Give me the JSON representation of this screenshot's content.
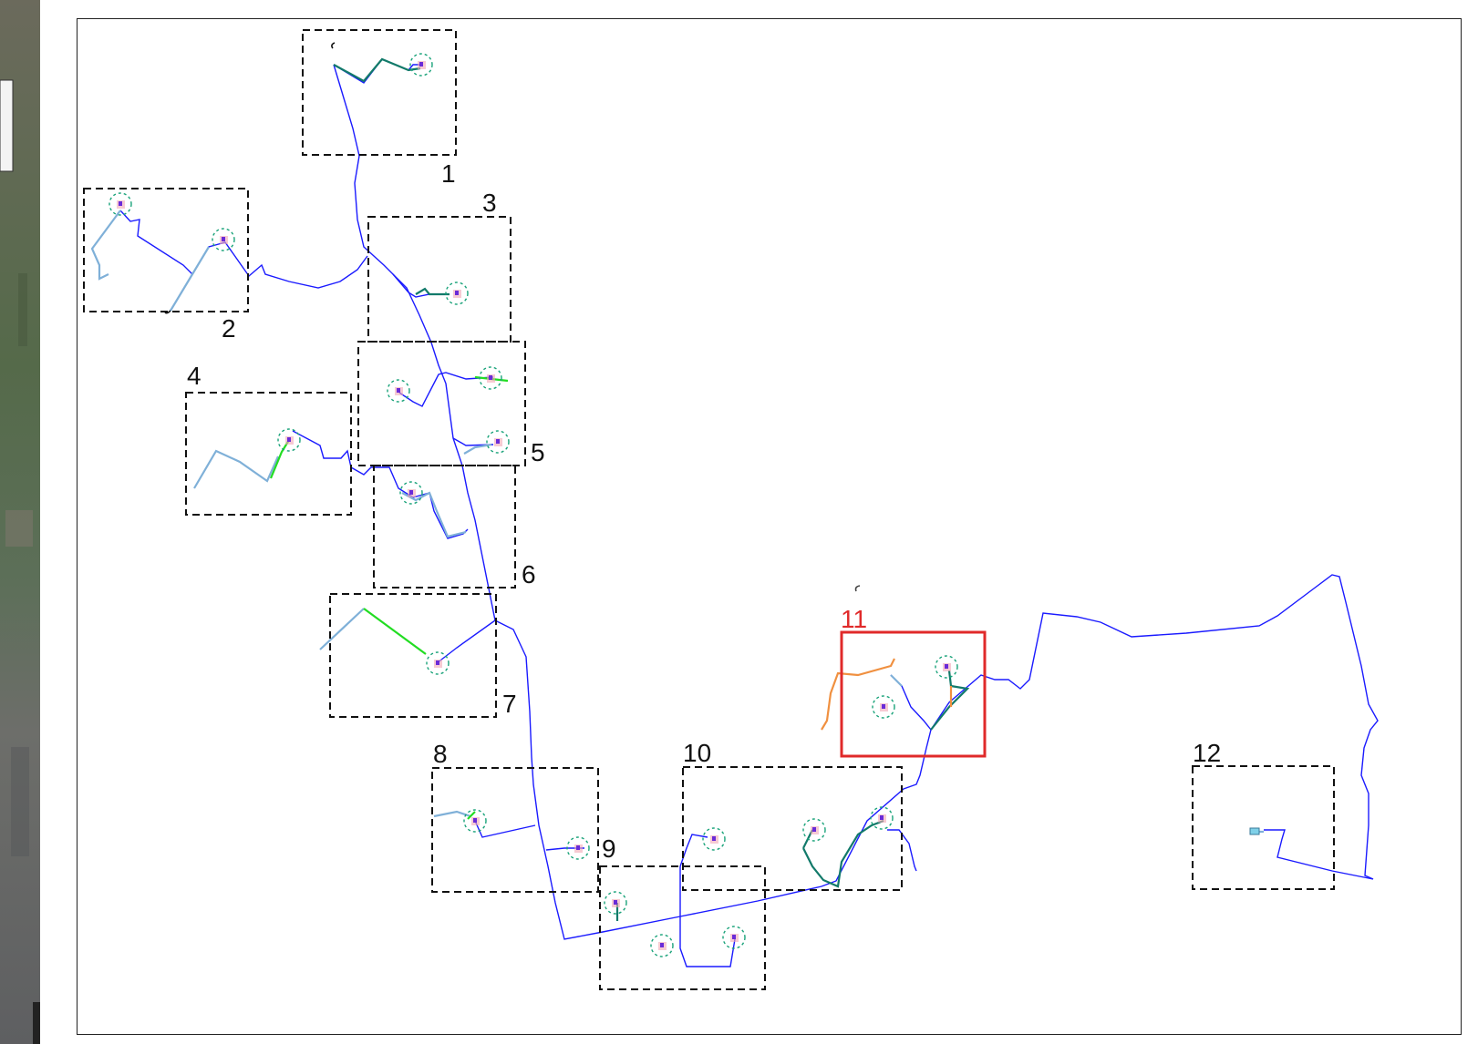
{
  "map": {
    "zones": [
      {
        "id": "zone-1",
        "label": "1",
        "highlighted": false
      },
      {
        "id": "zone-2",
        "label": "2",
        "highlighted": false
      },
      {
        "id": "zone-3",
        "label": "3",
        "highlighted": false
      },
      {
        "id": "zone-4",
        "label": "4",
        "highlighted": false
      },
      {
        "id": "zone-5",
        "label": "5",
        "highlighted": false
      },
      {
        "id": "zone-6",
        "label": "6",
        "highlighted": false
      },
      {
        "id": "zone-7",
        "label": "7",
        "highlighted": false
      },
      {
        "id": "zone-8",
        "label": "8",
        "highlighted": false
      },
      {
        "id": "zone-9",
        "label": "9",
        "highlighted": false
      },
      {
        "id": "zone-10",
        "label": "10",
        "highlighted": false
      },
      {
        "id": "zone-11",
        "label": "11",
        "highlighted": true
      },
      {
        "id": "zone-12",
        "label": "12",
        "highlighted": false
      }
    ],
    "colors": {
      "route": "#1a1aff",
      "highlight": "#e02a2a",
      "dashed_box": "#111111",
      "marker_circle": "#1aa37a",
      "marker": "#6a2bd8",
      "segment_green": "#22dd22",
      "segment_light_blue": "#7fb0d8",
      "segment_teal": "#127a6a",
      "segment_orange": "#f09040"
    },
    "icons": {
      "marker": "circle-marker-icon"
    }
  }
}
